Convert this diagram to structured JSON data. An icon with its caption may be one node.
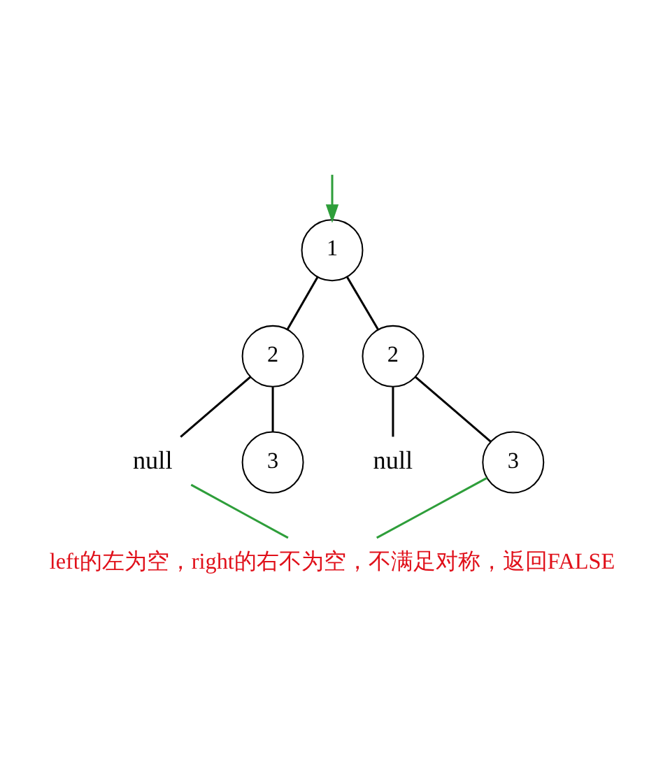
{
  "diagram": {
    "nodes": [
      {
        "text": [
          "1"
        ]
      },
      {
        "text": [
          "2"
        ]
      },
      {
        "text": [
          "2"
        ]
      },
      {
        "text": [
          "null"
        ]
      },
      {
        "text": [
          "3"
        ]
      },
      {
        "text": [
          "null"
        ]
      },
      {
        "text": [
          "3"
        ]
      },
      {
        "text": [
          "left的左为空，right的右不为空，不满足对称，返回FALSE"
        ]
      }
    ],
    "edges": [
      {
        "from": null,
        "to": 0,
        "arrow": "to",
        "color": "#2e9e3a"
      },
      {
        "from": 0,
        "to": 1,
        "arrow": "none"
      },
      {
        "from": 0,
        "to": 2,
        "arrow": "none"
      },
      {
        "from": 1,
        "to": 3,
        "arrow": "none"
      },
      {
        "from": 1,
        "to": 4,
        "arrow": "none"
      },
      {
        "from": 2,
        "to": 5,
        "arrow": "none"
      },
      {
        "from": 2,
        "to": 6,
        "arrow": "none"
      },
      {
        "from": 3,
        "to": 7,
        "arrow": "none",
        "color": "#2e9e3a"
      },
      {
        "from": 6,
        "to": 7,
        "arrow": "none",
        "color": "#2e9e3a"
      }
    ]
  }
}
